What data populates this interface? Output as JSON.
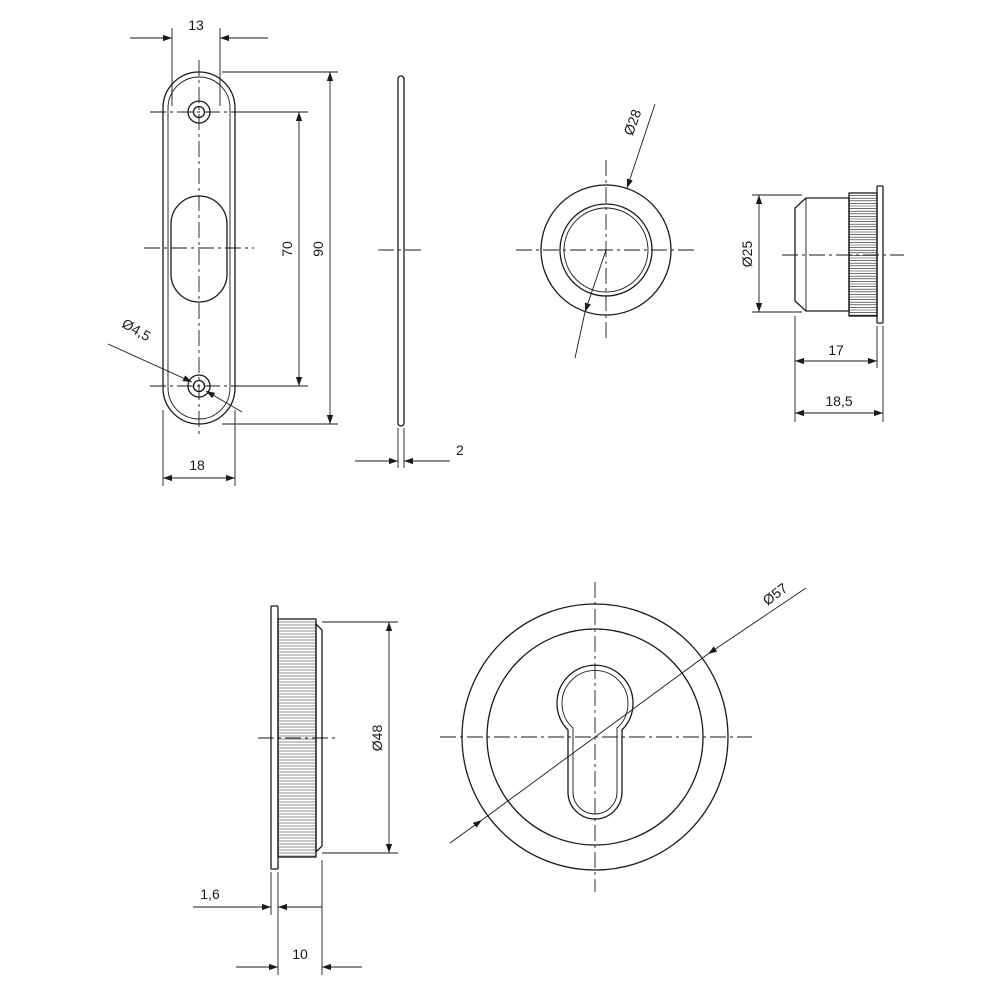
{
  "colors": {
    "line": "#1a1a1a",
    "background": "#ffffff"
  },
  "dimensions": {
    "plate_top_width": "13",
    "plate_spacing": "70",
    "plate_height": "90",
    "plate_hole": "Ø4,5",
    "plate_width": "18",
    "plate_thickness": "2",
    "small_outer": "Ø28",
    "small_insert": "Ø25",
    "small_depth": "17",
    "small_total": "18,5",
    "large_diameter": "Ø48",
    "large_flange": "1,6",
    "large_depth": "10",
    "large_outer": "Ø57"
  }
}
